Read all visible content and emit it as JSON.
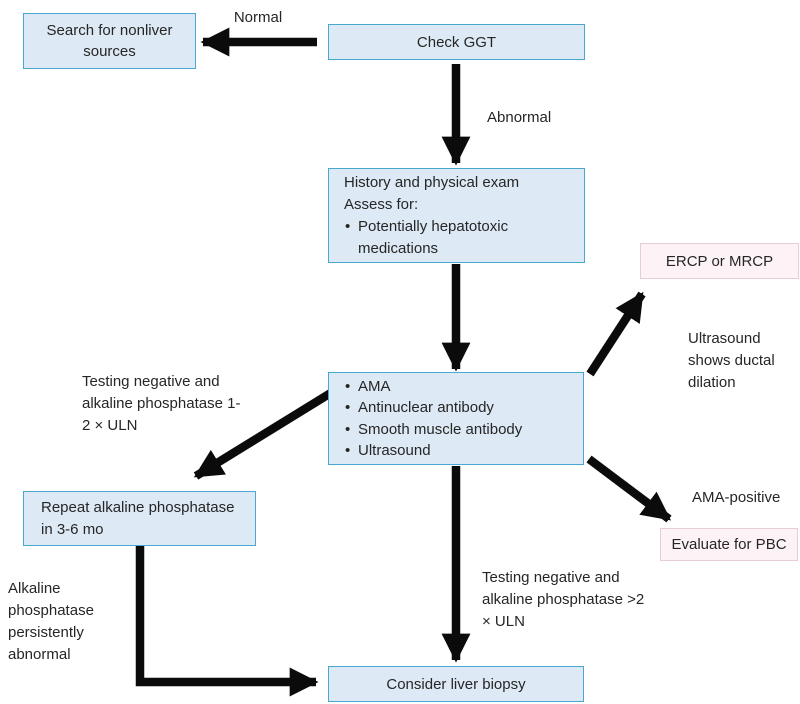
{
  "colors": {
    "box_blue_fill": "#dde9f4",
    "box_blue_border": "#49a7d2",
    "box_pink_fill": "#fdf3f6",
    "box_pink_border": "#e8ccd7",
    "arrow": "#0b0b0b",
    "text": "#262626"
  },
  "nodes": {
    "search_nonliver": {
      "text": "Search for nonliver sources"
    },
    "check_ggt": {
      "text": "Check GGT"
    },
    "history": {
      "line1": "History and physical exam",
      "line2": "Assess for:",
      "bullets": [
        "Potentially hepatotoxic medications"
      ]
    },
    "workup": {
      "bullets": [
        "AMA",
        "Antinuclear antibody",
        "Smooth muscle antibody",
        "Ultrasound"
      ]
    },
    "ercp": {
      "text": "ERCP or MRCP"
    },
    "repeat_alp": {
      "text": "Repeat alkaline phosphatase in 3-6 mo"
    },
    "evaluate_pbc": {
      "text": "Evaluate for PBC"
    },
    "biopsy": {
      "text": "Consider liver biopsy"
    }
  },
  "labels": {
    "normal": "Normal",
    "abnormal": "Abnormal",
    "ductal_dilation": "Ultrasound shows ductal dilation",
    "neg_1_2_uln": "Testing negative and alkaline phosphatase 1-2 × ULN",
    "ama_positive": "AMA-positive",
    "neg_gt2_uln": "Testing negative and alkaline phosphatase >2 × ULN",
    "persistently_abnormal": "Alkaline phosphatase persistently abnormal"
  }
}
